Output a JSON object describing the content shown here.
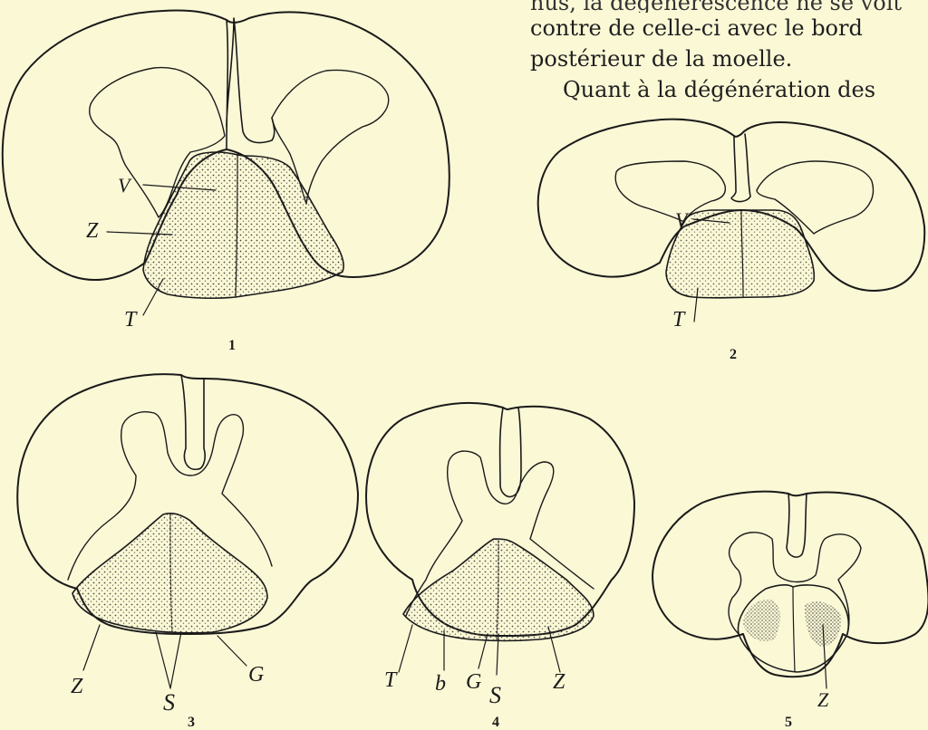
{
  "text": {
    "line_0": "nus, la dégénérescence ne se voit pas au con-",
    "line_1": "contre de celle-ci avec le bord",
    "line_2": "postérieur de la moelle.",
    "line_3": "Quant à la dégénération des"
  },
  "figures": [
    {
      "number": "1",
      "labels": [
        "V",
        "Z",
        "T"
      ]
    },
    {
      "number": "2",
      "labels": [
        "V",
        "T"
      ]
    },
    {
      "number": "3",
      "labels": [
        "Z",
        "G",
        "S"
      ]
    },
    {
      "number": "4",
      "labels": [
        "T",
        "b",
        "G",
        "S",
        "Z"
      ]
    },
    {
      "number": "5",
      "labels": [
        "Z"
      ]
    }
  ],
  "colors": {
    "paper": "#fbf8d6",
    "ink": "#1a1a1a"
  }
}
